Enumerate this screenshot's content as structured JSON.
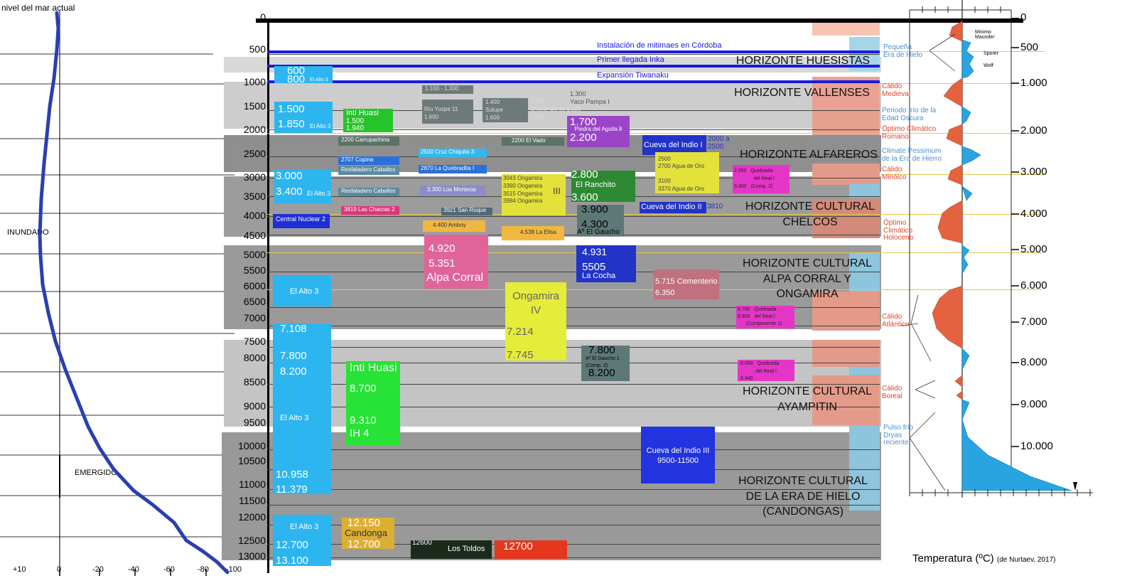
{
  "sea_level": {
    "top_label": "nivel del mar actual",
    "inundado": "INUNDADO",
    "emergido": "EMERGIDO",
    "x_ticks": [
      "+10",
      "0",
      "-20",
      "-40",
      "-60",
      "-80",
      "-100"
    ],
    "curve_color": "#2a3fb0"
  },
  "age_ticks_left": [
    "0",
    "500",
    "1000",
    "1500",
    "2000",
    "2500",
    "3000",
    "3500",
    "4000",
    "4500",
    "5000",
    "5500",
    "6000",
    "6500",
    "7000",
    "7500",
    "8000",
    "8500",
    "9000",
    "9500",
    "10000",
    "10500",
    "11000",
    "11500",
    "12000",
    "12500",
    "13000"
  ],
  "events": [
    {
      "label": "Instalación de mitimaes en Córdoba",
      "color": "#1a1adc"
    },
    {
      "label": "Primer llegada Inka",
      "color": "#1a1adc"
    },
    {
      "label": "Expansión Tiwanaku",
      "color": "#1a1adc"
    }
  ],
  "horizons": [
    "HORIZONTE HUESISTAS",
    "HORIZONTE VALLENSES",
    "HORIZONTE ALFAREROS",
    "HORIZONTE CULTURAL\nCHELCOS",
    "HORIZONTE CULTURAL\nALPA CORRAL Y\nONGAMIRA",
    "HORIZONTE CULTURAL\nAYAMPITIN",
    "HORIZONTE CULTURAL\nDE LA ERA DE HIELO\n(CANDONGAS)"
  ],
  "sites": {
    "altoA_1": "600",
    "altoA_2": "800",
    "altoA_name": "El Alto 3",
    "altoB_1": "1.500",
    "altoB_2": "1.850",
    "altoB_name": "El Alto 3",
    "altoC_1": "3.000",
    "altoC_2": "3.400",
    "altoC_name": "El Alto 3",
    "altoD_name": "El Alto 3",
    "altoE_1": "7.108",
    "altoE_2": "7.800",
    "altoE_3": "8.200",
    "altoE_name": "El Alto 3",
    "altoE_4": "10.958",
    "altoE_5": "11.379",
    "altoF_name": "El Alto 3",
    "altoF_1": "12.700",
    "altoF_2": "13.100",
    "central_nuclear": "Central Nuclear 2",
    "inti1_name": "Inti Huasi",
    "inti1_1": "1.500",
    "inti1_2": "1.940",
    "carrupachina": "2200 Carrupachina",
    "copina": "2707 Copina",
    "resfa1": "Resfaladero Caballos",
    "resfa2": "Resfaladero Caballos",
    "chacras": "3819 Las Chacras 2",
    "range_1100": "1.100 - 1.300",
    "rio_yuspe": "Río Yuspe 11\n1.600",
    "sulupe": "1.400\nSulupe\n1.600",
    "chofler": "1.300\nChofler del lie 1.600\n1.800",
    "yaco_pampa": "1.300\nYaco Pampa I",
    "cruz_chiquita": "2500 Cruz Chiquita 3",
    "quebradita": "2870 La Quebradita I",
    "morteros": "3.300 Los Morteros",
    "san_roque": "3921 San Roque",
    "amboy": "4.400 Amboy",
    "el_vado": "2200 El Vado",
    "ongamira_iii": "3043 Ongamira\n3390 Ongamira\n3515 Ongamira\n3984 Ongamira",
    "roman_iii": "III",
    "la_elisa": "4.538 La Elisa",
    "alpa_1": "4.920",
    "alpa_2": "5.351",
    "alpa_name": "Alpa Corral",
    "ong4_name": "Ongamira\nIV",
    "ong4_1": "7.214",
    "ong4_2": "7.745",
    "inti2_name": "Inti Huasi",
    "inti2_1": "8.700",
    "inti2_2": "9.310",
    "inti2_3": "IH 4",
    "cand_1": "12.150",
    "cand_name": "Candonga",
    "cand_2": "12.700",
    "toldos_num": "12600",
    "toldos_name": "Los Toldos",
    "red_12700": "12700",
    "aguila_1": "1.700",
    "aguila_name": "Piedra del Aguila 8",
    "aguila_2": "2.200",
    "ranchito_1": "2.800",
    "ranchito_name": "El Ranchito",
    "ranchito_2": "3.600",
    "gaucho_1": "3.900",
    "gaucho_2": "4.300",
    "gaucho_name": "Aº El Gaucho",
    "cocha_1": "4.931",
    "cocha_2": "5505",
    "cocha_name": "La Cocha",
    "gaucho1_1": "7.800",
    "gaucho1_name": "Aº El Gaucho 1\n(Comp. 2)",
    "gaucho1_2": "8.200",
    "indio1": "Cueva del Indio I",
    "indio1_range": "2000 a\n2500",
    "agua_oro": "2500\n2700 Agua de Oro\n\n3100\n3370 Agua de Oro",
    "indio2": "Cueva del Indio II",
    "indio2_n": "3810",
    "cementerio_1": "5.715 Cementerio",
    "cementerio_2": "6.350",
    "indio3": "Cueva del Indio III\n9500-11500",
    "qreal2": "2.950   Quebrada\n              del Real I\n3.400   (Comp. 2)",
    "qreal1": "6.700   Quebrada\n6.900   del Real I\n      (Componente 1)",
    "qreal3": "8.000   Quebrada\n           del Real I\n8.440"
  },
  "temperature": {
    "age_ticks": [
      "0",
      "500",
      "1.000",
      "2.000",
      "3.000",
      "4.000",
      "5.000",
      "6.000",
      "7.000",
      "8.000",
      "9.000",
      "10.000"
    ],
    "labels": [
      "Pequeña\nEra de Hielo",
      "Cálido\nMedieval",
      "Periodo frío de la\nEdad Oscura",
      "Óptimo Climático\nRomano",
      "Climate Pessimum\nde la Era de Hierro",
      "Cálido\nMinóico",
      "Óptimo\nClimático\nHoloceno",
      "Cálido\nAtlántico",
      "Cálido\nBoreal",
      "Pulso frío\nDryas\nreciente"
    ],
    "minima": [
      "Mínimo\nMaunder",
      "Sporer",
      "Wolf"
    ],
    "axis_title": "Temperatura (ºC)",
    "source": "(de Nurtaev, 2017)",
    "warm_color": "#e4623f",
    "cold_color": "#2aa4e0"
  }
}
